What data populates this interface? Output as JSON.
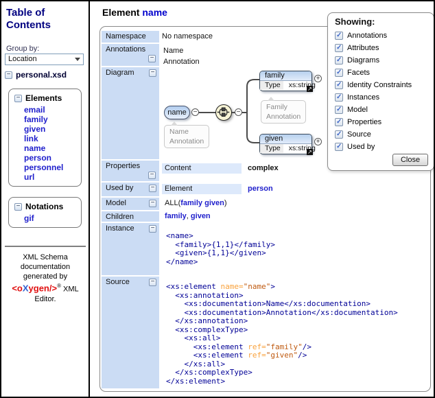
{
  "sidebar": {
    "title": "Table of Contents",
    "group_by_label": "Group by:",
    "group_by_value": "Location",
    "file_name": "personal.xsd",
    "elements_header": "Elements",
    "element_links": [
      "email",
      "family",
      "given",
      "link",
      "name",
      "person",
      "personnel",
      "url"
    ],
    "notations_header": "Notations",
    "notation_links": [
      "gif"
    ],
    "footer_text": "XML Schema documentation generated by",
    "logo": {
      "pre": "<o",
      "x": "X",
      "post": "ygen/>",
      "reg": "®",
      "suffix": " XML Editor."
    }
  },
  "main": {
    "title_prefix": "Element ",
    "title_element": "name"
  },
  "rows": {
    "namespace": {
      "label": "Namespace",
      "value": "No namespace"
    },
    "annotations": {
      "label": "Annotations",
      "values": [
        "Name",
        "Annotation"
      ]
    },
    "diagram": {
      "label": "Diagram"
    },
    "properties": {
      "label": "Properties",
      "property_name": "Content",
      "property_value": "complex"
    },
    "used_by": {
      "label": "Used by",
      "property_name": "Element",
      "link": "person"
    },
    "model": {
      "label": "Model",
      "prefix": "ALL(",
      "links": [
        "family",
        "given"
      ],
      "suffix": ")"
    },
    "children": {
      "label": "Children",
      "links": [
        "family",
        "given"
      ],
      "separator": ", "
    },
    "instance": {
      "label": "Instance",
      "code": [
        "<name>",
        "  <family>{1,1}</family>",
        "  <given>{1,1}</given>",
        "</name>"
      ]
    },
    "source": {
      "label": "Source",
      "code": [
        [
          {
            "c": "t",
            "s": "<xs:element "
          },
          {
            "c": "a",
            "s": "name="
          },
          {
            "c": "v",
            "s": "\"name\""
          },
          {
            "c": "t",
            "s": ">"
          }
        ],
        [
          {
            "c": "t",
            "s": "  <xs:annotation>"
          }
        ],
        [
          {
            "c": "t",
            "s": "    <xs:documentation>Name</xs:documentation>"
          }
        ],
        [
          {
            "c": "t",
            "s": "    <xs:documentation>Annotation</xs:documentation>"
          }
        ],
        [
          {
            "c": "t",
            "s": "  </xs:annotation>"
          }
        ],
        [
          {
            "c": "t",
            "s": "  <xs:complexType>"
          }
        ],
        [
          {
            "c": "t",
            "s": "    <xs:all>"
          }
        ],
        [
          {
            "c": "t",
            "s": "      <xs:element "
          },
          {
            "c": "a",
            "s": "ref="
          },
          {
            "c": "v",
            "s": "\"family\""
          },
          {
            "c": "t",
            "s": "/>"
          }
        ],
        [
          {
            "c": "t",
            "s": "      <xs:element "
          },
          {
            "c": "a",
            "s": "ref="
          },
          {
            "c": "v",
            "s": "\"given\""
          },
          {
            "c": "t",
            "s": "/>"
          }
        ],
        [
          {
            "c": "t",
            "s": "    </xs:all>"
          }
        ],
        [
          {
            "c": "t",
            "s": "  </xs:complexType>"
          }
        ],
        [
          {
            "c": "t",
            "s": "</xs:element>"
          }
        ]
      ]
    }
  },
  "diagram": {
    "root": {
      "name": "name",
      "annotation": [
        "Name",
        "Annotation"
      ]
    },
    "compositor": "all",
    "children": [
      {
        "name": "family",
        "type_label": "Type",
        "type": "xs:string",
        "annotation": [
          "Family",
          "Annotation"
        ]
      },
      {
        "name": "given",
        "type_label": "Type",
        "type": "xs:string"
      }
    ]
  },
  "showing": {
    "title": "Showing:",
    "items": [
      {
        "label": "Annotations",
        "checked": true
      },
      {
        "label": "Attributes",
        "checked": true
      },
      {
        "label": "Diagrams",
        "checked": true
      },
      {
        "label": "Facets",
        "checked": true
      },
      {
        "label": "Identity Constraints",
        "checked": true
      },
      {
        "label": "Instances",
        "checked": true
      },
      {
        "label": "Model",
        "checked": true
      },
      {
        "label": "Properties",
        "checked": true
      },
      {
        "label": "Source",
        "checked": true
      },
      {
        "label": "Used by",
        "checked": true
      }
    ],
    "close_label": "Close"
  },
  "colors": {
    "label_cell_bg": "#cbdcf4",
    "link_blue": "#2020cc",
    "heading_navy": "#000080",
    "code_tag": "#000096",
    "code_attr_name": "#f9a23c",
    "code_attr_value": "#bf5a10",
    "logo_red": "#e01010",
    "logo_blue": "#3060d0"
  }
}
